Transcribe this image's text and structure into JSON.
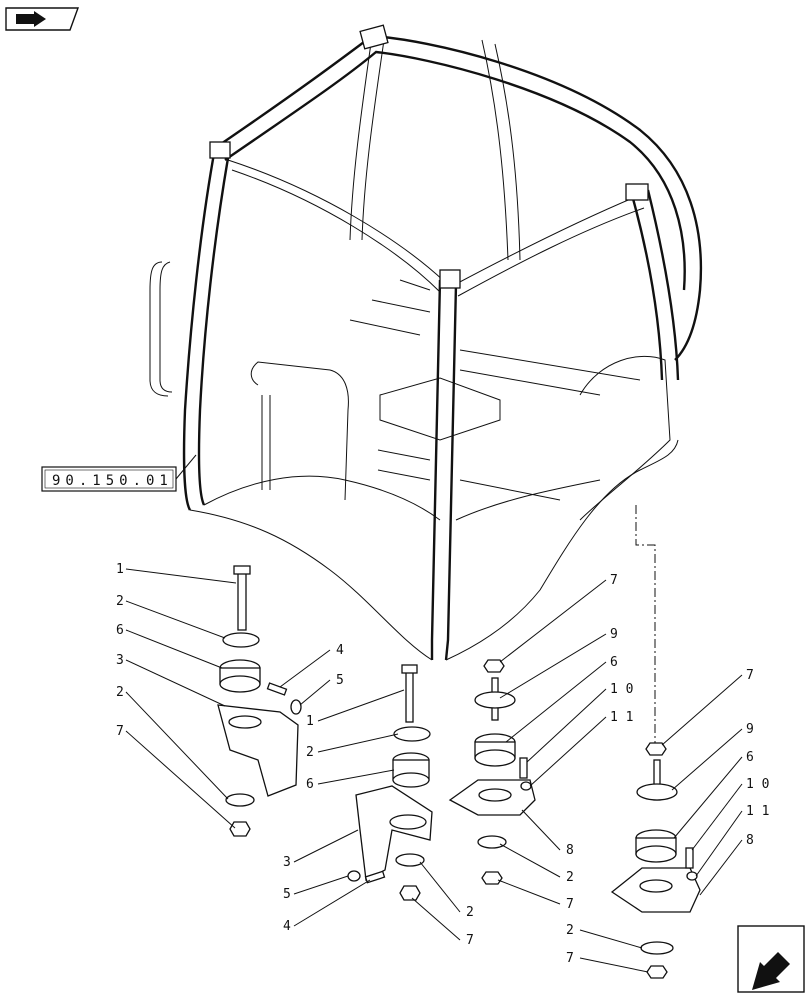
{
  "reference_tag": "90.150.01",
  "callouts": [
    {
      "id": "c1a",
      "text": "1"
    },
    {
      "id": "c2a",
      "text": "2"
    },
    {
      "id": "c6a",
      "text": "6"
    },
    {
      "id": "c3a",
      "text": "3"
    },
    {
      "id": "c2b",
      "text": "2"
    },
    {
      "id": "c7a",
      "text": "7"
    },
    {
      "id": "c4a",
      "text": "4"
    },
    {
      "id": "c5a",
      "text": "5"
    },
    {
      "id": "c1b",
      "text": "1"
    },
    {
      "id": "c2c",
      "text": "2"
    },
    {
      "id": "c6b",
      "text": "6"
    },
    {
      "id": "c3b",
      "text": "3"
    },
    {
      "id": "c5b",
      "text": "5"
    },
    {
      "id": "c4b",
      "text": "4"
    },
    {
      "id": "c2d",
      "text": "2"
    },
    {
      "id": "c7b",
      "text": "7"
    },
    {
      "id": "c7c",
      "text": "7"
    },
    {
      "id": "c9a",
      "text": "9"
    },
    {
      "id": "c6c",
      "text": "6"
    },
    {
      "id": "c10a",
      "text": "1 0"
    },
    {
      "id": "c11a",
      "text": "1 1"
    },
    {
      "id": "c8a",
      "text": "8"
    },
    {
      "id": "c2e",
      "text": "2"
    },
    {
      "id": "c7d",
      "text": "7"
    },
    {
      "id": "c7e",
      "text": "7"
    },
    {
      "id": "c9b",
      "text": "9"
    },
    {
      "id": "c6d",
      "text": "6"
    },
    {
      "id": "c10b",
      "text": "1 0"
    },
    {
      "id": "c11b",
      "text": "1 1"
    },
    {
      "id": "c8b",
      "text": "8"
    },
    {
      "id": "c2f",
      "text": "2"
    },
    {
      "id": "c7f",
      "text": "7"
    }
  ],
  "icons": {
    "top_left": "previous-page-arrow-icon",
    "bottom_right": "next-page-arrow-icon"
  }
}
